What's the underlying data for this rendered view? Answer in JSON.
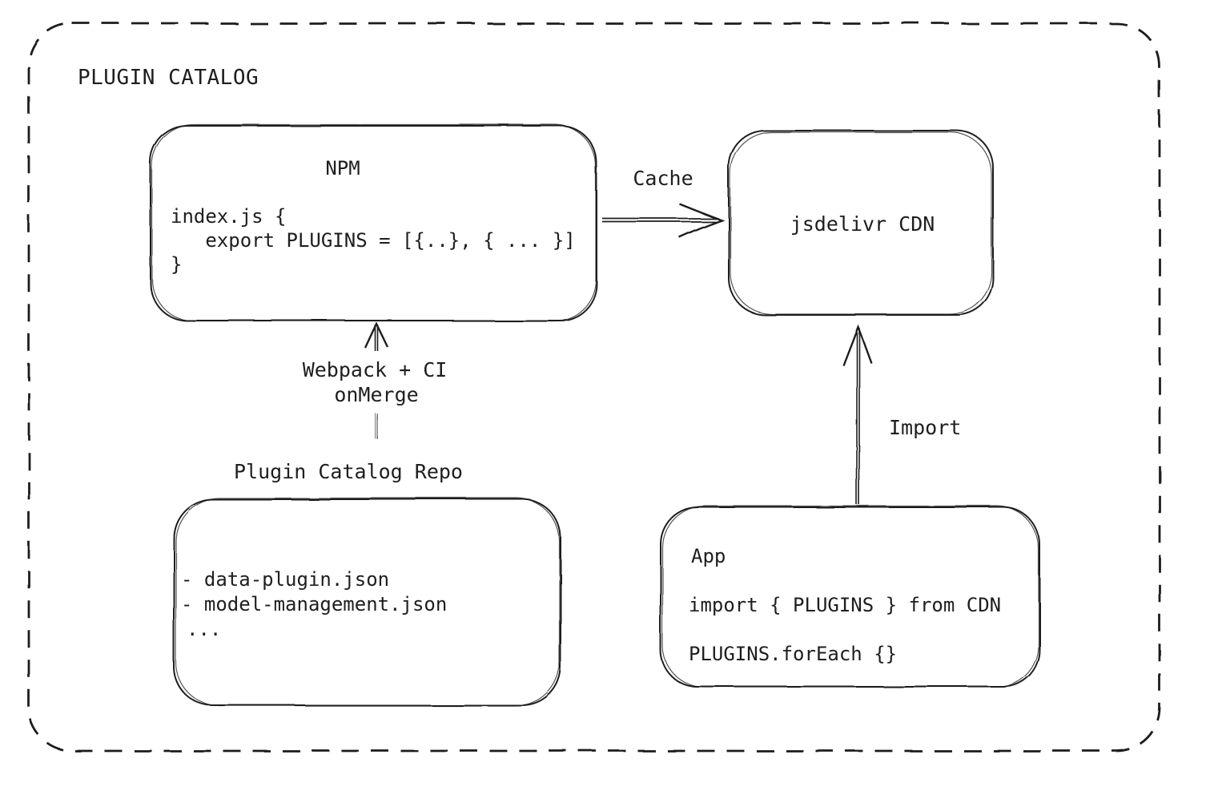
{
  "diagram": {
    "title": "PLUGIN CATALOG",
    "colors": {
      "stroke": "#1e1e1e",
      "background": "#ffffff"
    },
    "nodes": {
      "npm": {
        "title": "NPM",
        "code": [
          "index.js {",
          "   export PLUGINS = [{..}, { ... }]",
          "}"
        ]
      },
      "cdn": {
        "label": "jsdelivr CDN"
      },
      "repo": {
        "label": "Plugin Catalog Repo",
        "files": [
          "- data-plugin.json",
          "- model-management.json",
          "..."
        ]
      },
      "app": {
        "title": "App",
        "code": [
          "import { PLUGINS } from CDN",
          "PLUGINS.forEach {}"
        ]
      }
    },
    "edges": {
      "cache": {
        "label": "Cache"
      },
      "build": {
        "label_line1": "Webpack + CI",
        "label_line2": "onMerge"
      },
      "import": {
        "label": "Import"
      }
    }
  }
}
